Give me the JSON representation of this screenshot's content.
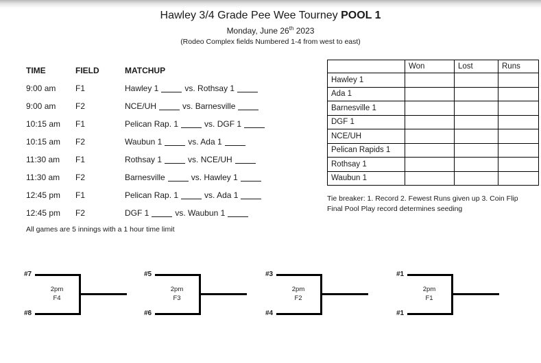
{
  "header": {
    "title_main": "Hawley 3/4 Grade Pee Wee Tourney ",
    "title_bold": "POOL 1",
    "date_prefix": "Monday, June 26",
    "date_superscript": "th",
    "date_suffix": " 2023",
    "field_note": "(Rodeo Complex fields Numbered 1-4 from west to east)"
  },
  "schedule": {
    "headers": {
      "time": "TIME",
      "field": "FIELD",
      "matchup": "MATCHUP"
    },
    "vs_label": "vs.",
    "rows": [
      {
        "time": "9:00 am",
        "field": "F1",
        "team1": "Hawley 1",
        "team2": "Rothsay 1"
      },
      {
        "time": "9:00 am",
        "field": "F2",
        "team1": "NCE/UH",
        "team2": "Barnesville"
      },
      {
        "time": "10:15 am",
        "field": "F1",
        "team1": "Pelican Rap. 1",
        "team2": "DGF 1"
      },
      {
        "time": "10:15 am",
        "field": "F2",
        "team1": "Waubun 1",
        "team2": "Ada 1"
      },
      {
        "time": "11:30 am",
        "field": "F1",
        "team1": "Rothsay 1",
        "team2": "NCE/UH"
      },
      {
        "time": "11:30 am",
        "field": "F2",
        "team1": "Barnesville",
        "team2": "Hawley 1"
      },
      {
        "time": "12:45 pm",
        "field": "F1",
        "team1": "Pelican Rap. 1",
        "team2": "Ada 1"
      },
      {
        "time": "12:45 pm",
        "field": "F2",
        "team1": "DGF 1",
        "team2": "Waubun 1"
      }
    ],
    "note": "All games are 5 innings with a 1 hour time limit"
  },
  "standings": {
    "columns": {
      "won": "Won",
      "lost": "Lost",
      "runs": "Runs"
    },
    "teams": [
      "Hawley 1",
      "Ada 1",
      "Barnesville 1",
      "DGF 1",
      "NCE/UH",
      "Pelican Rapids 1",
      "Rothsay 1",
      "Waubun 1"
    ],
    "tiebreaker_line1": "Tie breaker: 1. Record 2. Fewest Runs given up 3. Coin Flip",
    "tiebreaker_line2": "Final Pool Play record determines seeding"
  },
  "bracket": {
    "games": [
      {
        "seed_top": "#7",
        "seed_bottom": "#8",
        "time": "2pm",
        "field": "F4"
      },
      {
        "seed_top": "#5",
        "seed_bottom": "#6",
        "time": "2pm",
        "field": "F3"
      },
      {
        "seed_top": "#3",
        "seed_bottom": "#4",
        "time": "2pm",
        "field": "F2"
      },
      {
        "seed_top": "#1",
        "seed_bottom": "#1",
        "time": "2pm",
        "field": "F1"
      }
    ]
  },
  "colors": {
    "text": "#1a1a1a",
    "line": "#000000",
    "page_bg": "#ffffff"
  }
}
